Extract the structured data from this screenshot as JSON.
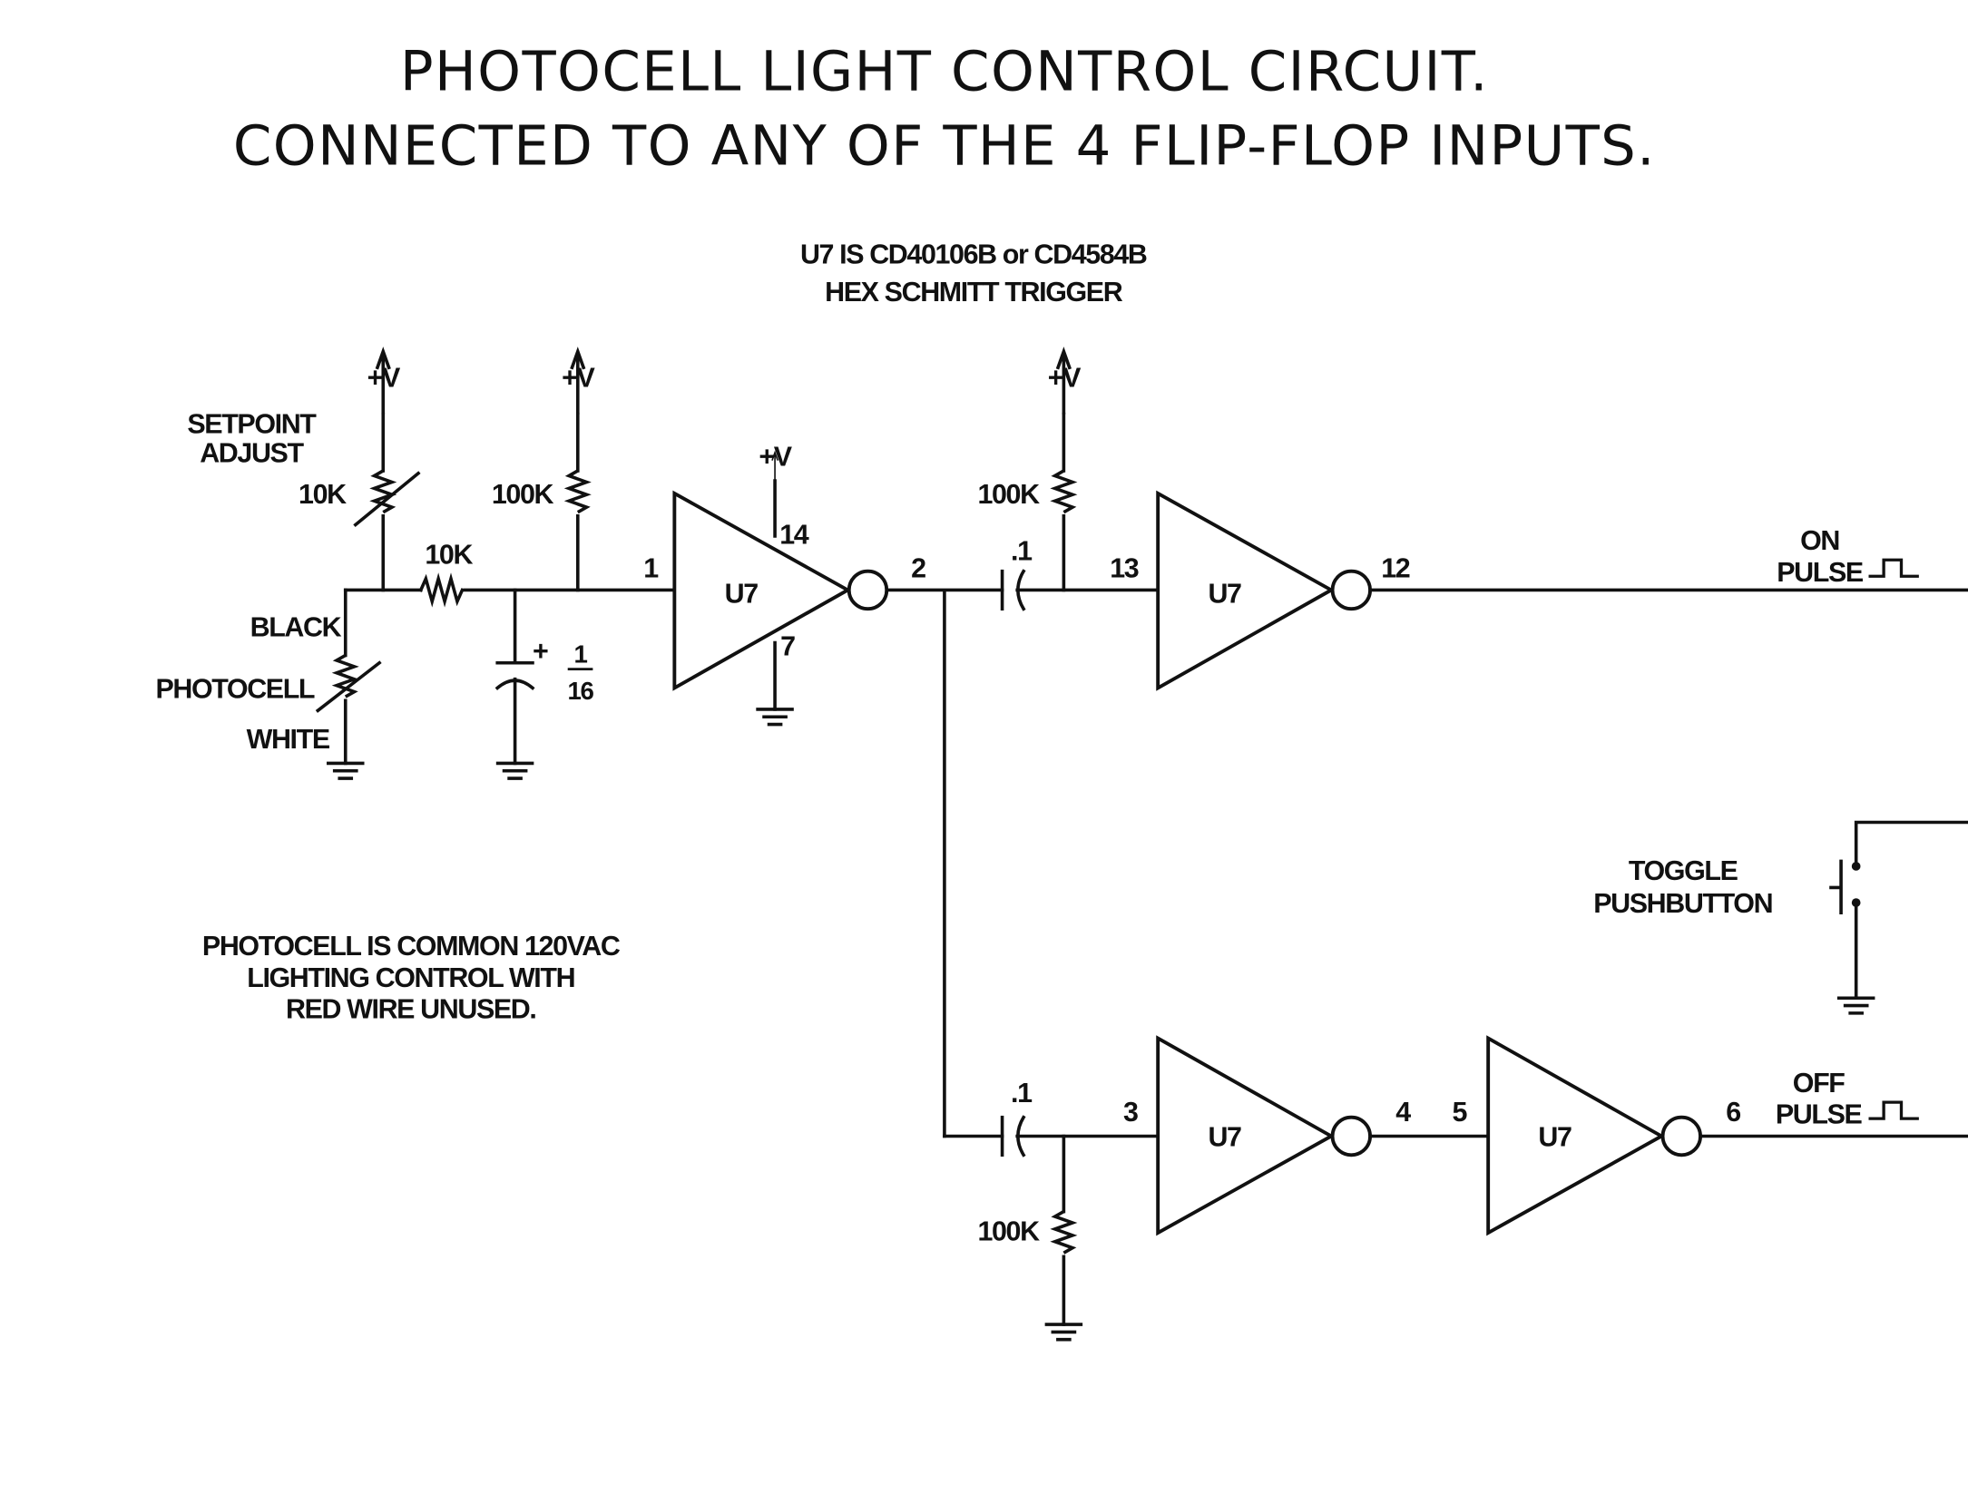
{
  "title": {
    "line1": "PHOTOCELL LIGHT CONTROL CIRCUIT.",
    "line2": "CONNECTED TO ANY OF THE 4 FLIP-FLOP INPUTS."
  },
  "ic_note": {
    "line1": "U7 IS CD40106B or CD4584B",
    "line2": "HEX SCHMITT TRIGGER"
  },
  "photocell_note": {
    "line1": "PHOTOCELL IS COMMON 120VAC",
    "line2": "LIGHTING CONTROL WITH",
    "line3": "RED WIRE UNUSED."
  },
  "labels": {
    "supply": "+V",
    "setpoint_line1": "SETPOINT",
    "setpoint_line2": "ADJUST",
    "pot_value": "10K",
    "series_resistor": "10K",
    "pullup_resistor": "100K",
    "black": "BLACK",
    "photocell": "PHOTOCELL",
    "white": "WHITE",
    "cap_plus": "+",
    "cap_num": "1",
    "cap_den": "16",
    "coupling_cap": ".1",
    "ic": "U7",
    "on_line1": "ON",
    "on_line2": "PULSE",
    "off_line1": "OFF",
    "off_line2": "PULSE",
    "toggle_line1": "TOGGLE",
    "toggle_line2": "PUSHBUTTON"
  },
  "pins": {
    "p1": "1",
    "p2": "2",
    "p3": "3",
    "p4": "4",
    "p5": "5",
    "p6": "6",
    "p7": "7",
    "p12": "12",
    "p13": "13",
    "p14": "14"
  }
}
